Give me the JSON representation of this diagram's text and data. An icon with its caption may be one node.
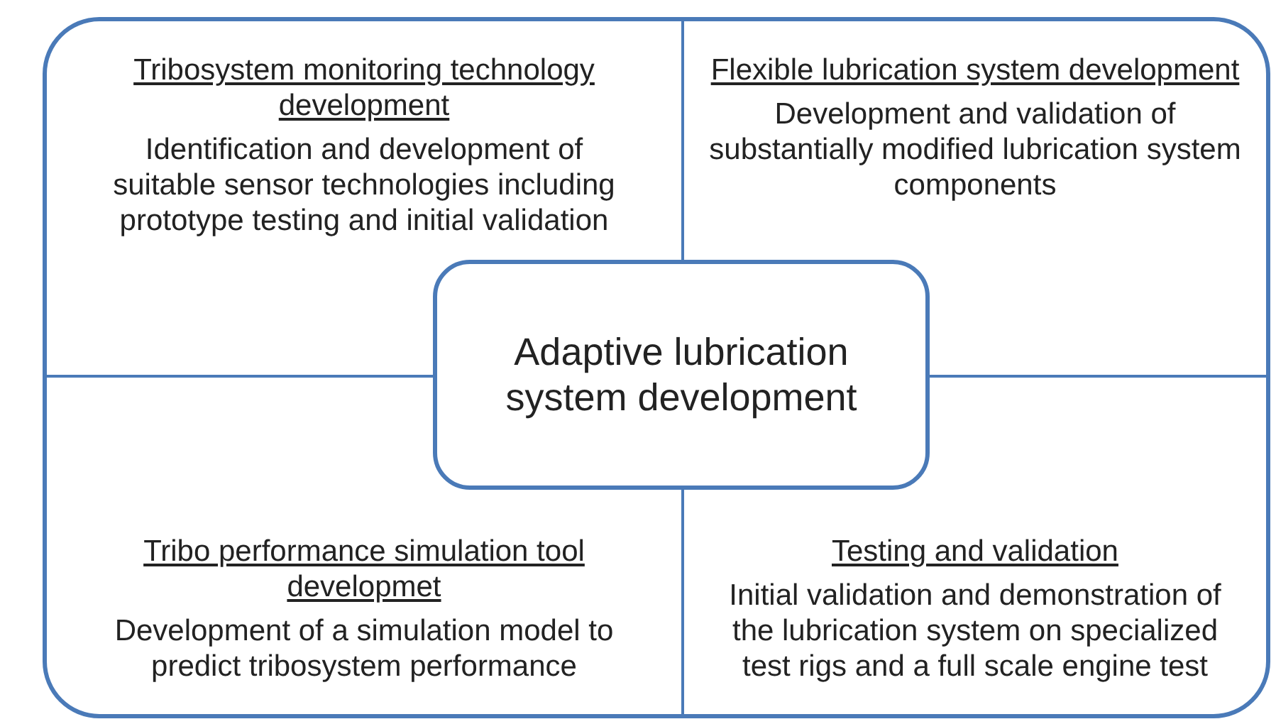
{
  "diagram": {
    "nodes": [
      {
        "text": [
          "Tribosystem monitoring technology development",
          "Identification and development of suitable sensor technologies including prototype testing and initial validation"
        ]
      },
      {
        "text": [
          "Flexible lubrication system development",
          "Development and validation of substantially modified lubrication system components"
        ]
      },
      {
        "text": [
          "Tribo performance  simulation tool developmet",
          "Development of a simulation model to predict tribosystem performance"
        ]
      },
      {
        "text": [
          "Testing and validation",
          "Initial validation and demonstration of the lubrication system on specialized test rigs and a full scale engine test"
        ]
      },
      {
        "text": [
          "Adaptive lubrication system development"
        ]
      }
    ],
    "edges": []
  }
}
